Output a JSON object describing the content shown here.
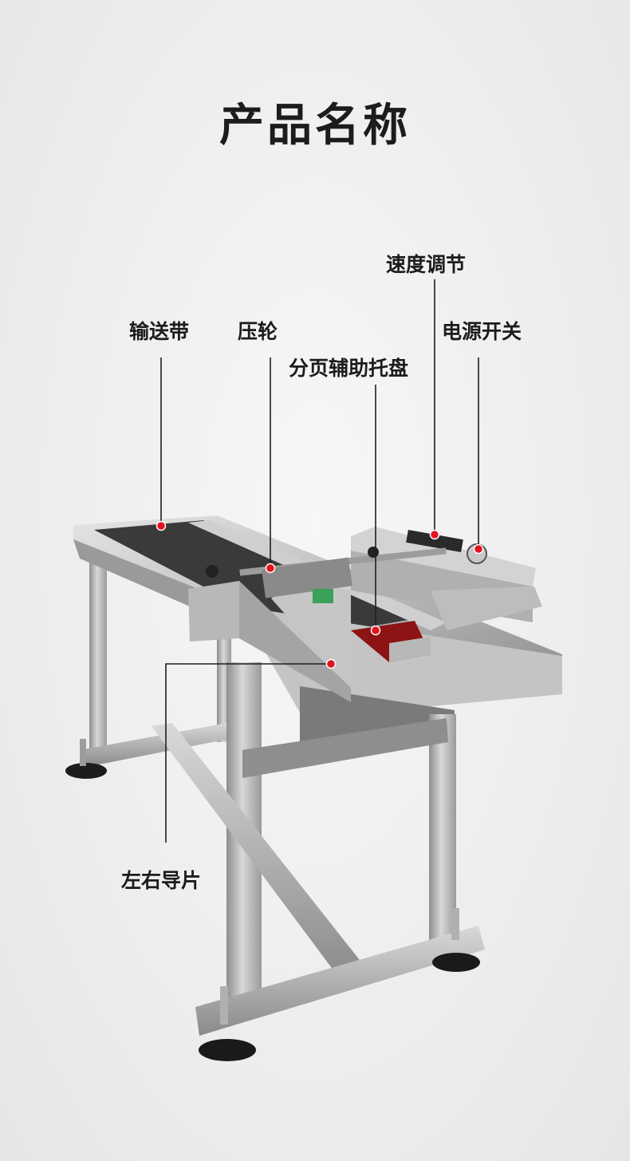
{
  "title": "产品名称",
  "labels": {
    "conveyor": "输送带",
    "pressure_wheel": "压轮",
    "paging_tray": "分页辅助托盘",
    "speed_control": "速度调节",
    "power_switch": "电源开关",
    "side_guides": "左右导片"
  },
  "colors": {
    "marker": "#e0141e",
    "leader_line": "#1e1e1e",
    "steel_light": "#d6d6d6",
    "steel_mid": "#a8a8a8",
    "steel_dark": "#6e6e6e",
    "belt": "#3a3a3a"
  }
}
